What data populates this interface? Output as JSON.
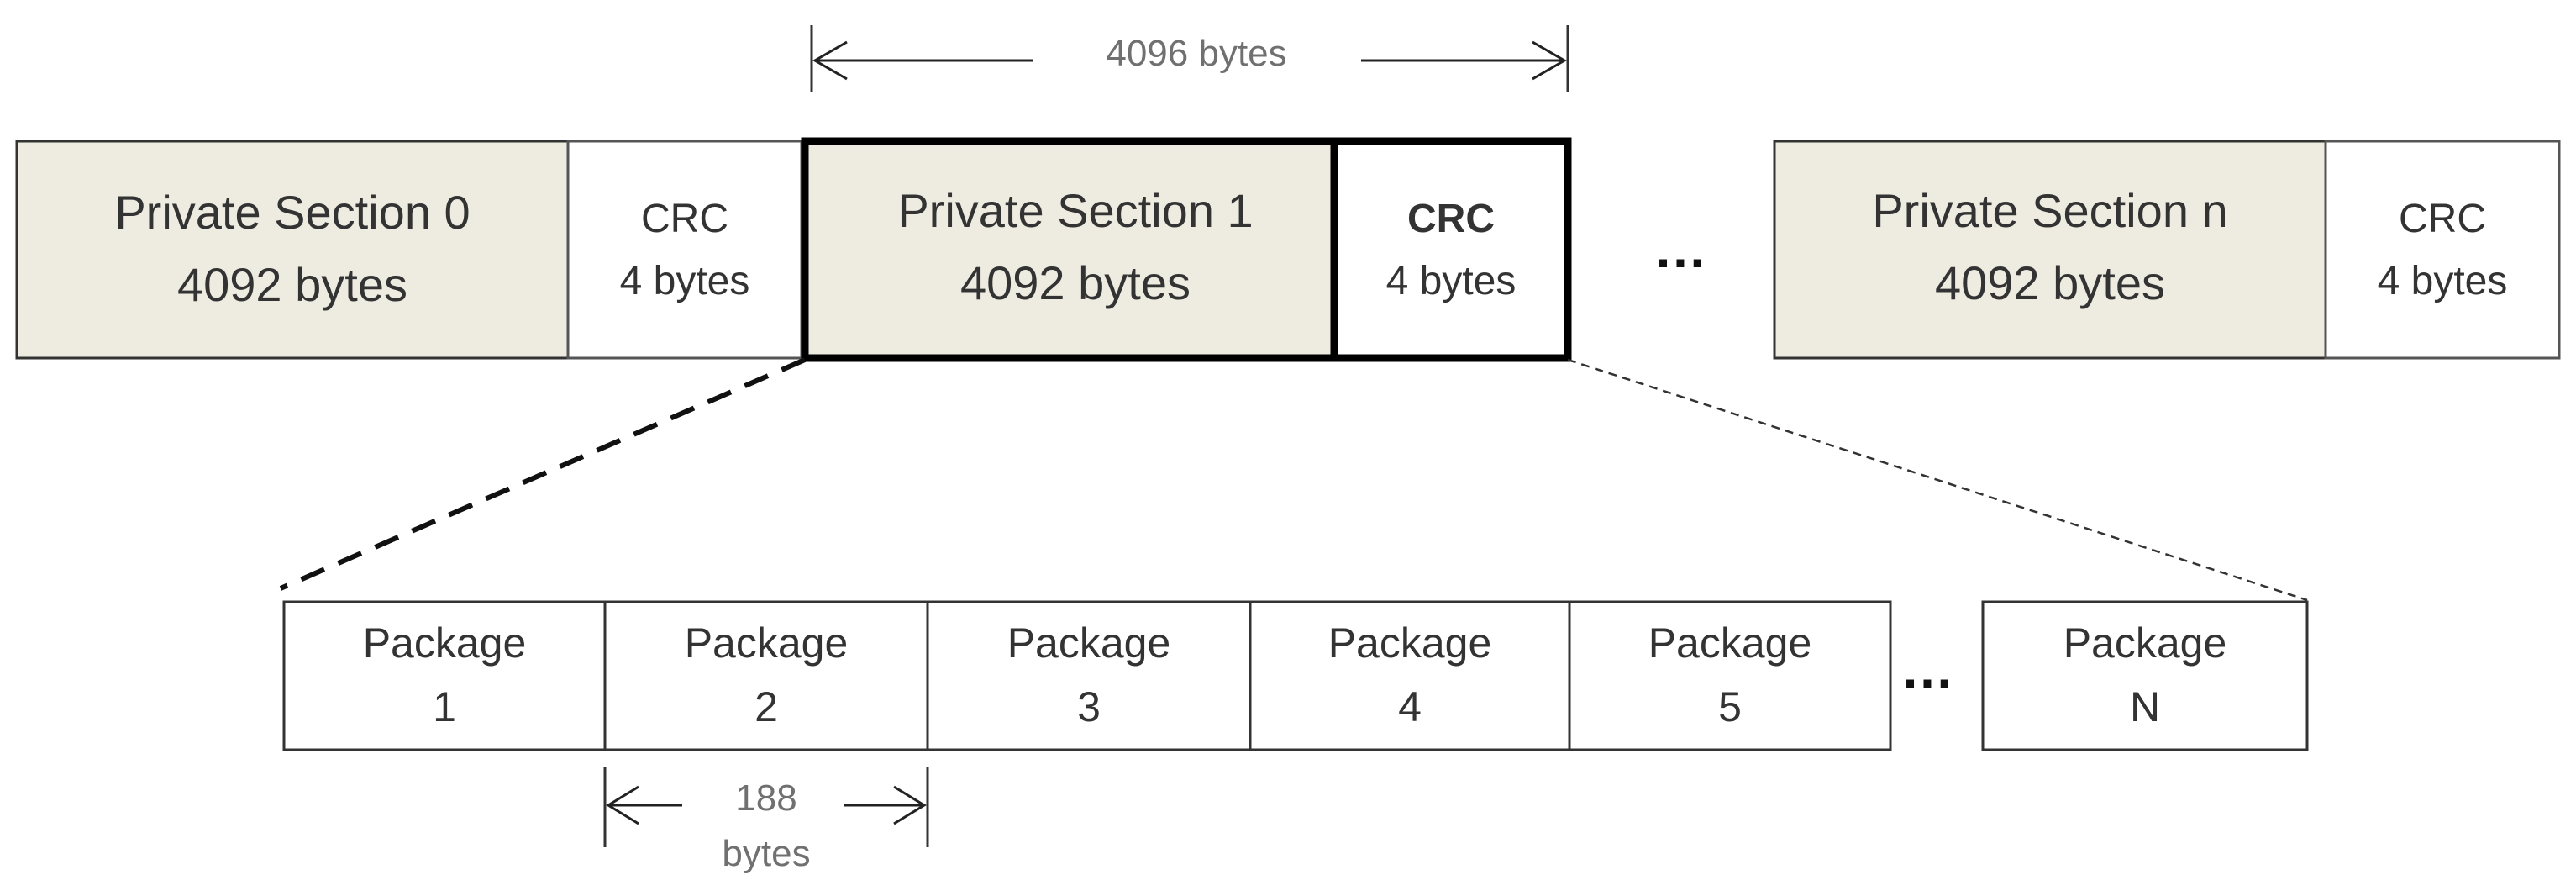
{
  "dimension_top": {
    "label": "4096 bytes"
  },
  "sections": [
    {
      "section_label": "Private Section 0",
      "section_size": "4092 bytes",
      "crc_label": "CRC",
      "crc_size": "4 bytes",
      "highlighted": false
    },
    {
      "section_label": "Private Section 1",
      "section_size": "4092 bytes",
      "crc_label": "CRC",
      "crc_size": "4 bytes",
      "highlighted": true
    },
    {
      "section_label": "Private Section n",
      "section_size": "4092 bytes",
      "crc_label": "CRC",
      "crc_size": "4 bytes",
      "highlighted": false
    }
  ],
  "sections_ellipsis": "…",
  "packages": [
    {
      "label": "Package",
      "number": "1"
    },
    {
      "label": "Package",
      "number": "2"
    },
    {
      "label": "Package",
      "number": "3"
    },
    {
      "label": "Package",
      "number": "4"
    },
    {
      "label": "Package",
      "number": "5"
    },
    {
      "label": "Package",
      "number": "N"
    }
  ],
  "packages_ellipsis": "…",
  "dimension_package": {
    "line1": "188",
    "line2": "bytes"
  },
  "colors": {
    "section_fill": "#eeece1",
    "crc_fill": "#ffffff",
    "border": "#333333",
    "highlight_border": "#000000",
    "dimension_text": "#707070"
  }
}
